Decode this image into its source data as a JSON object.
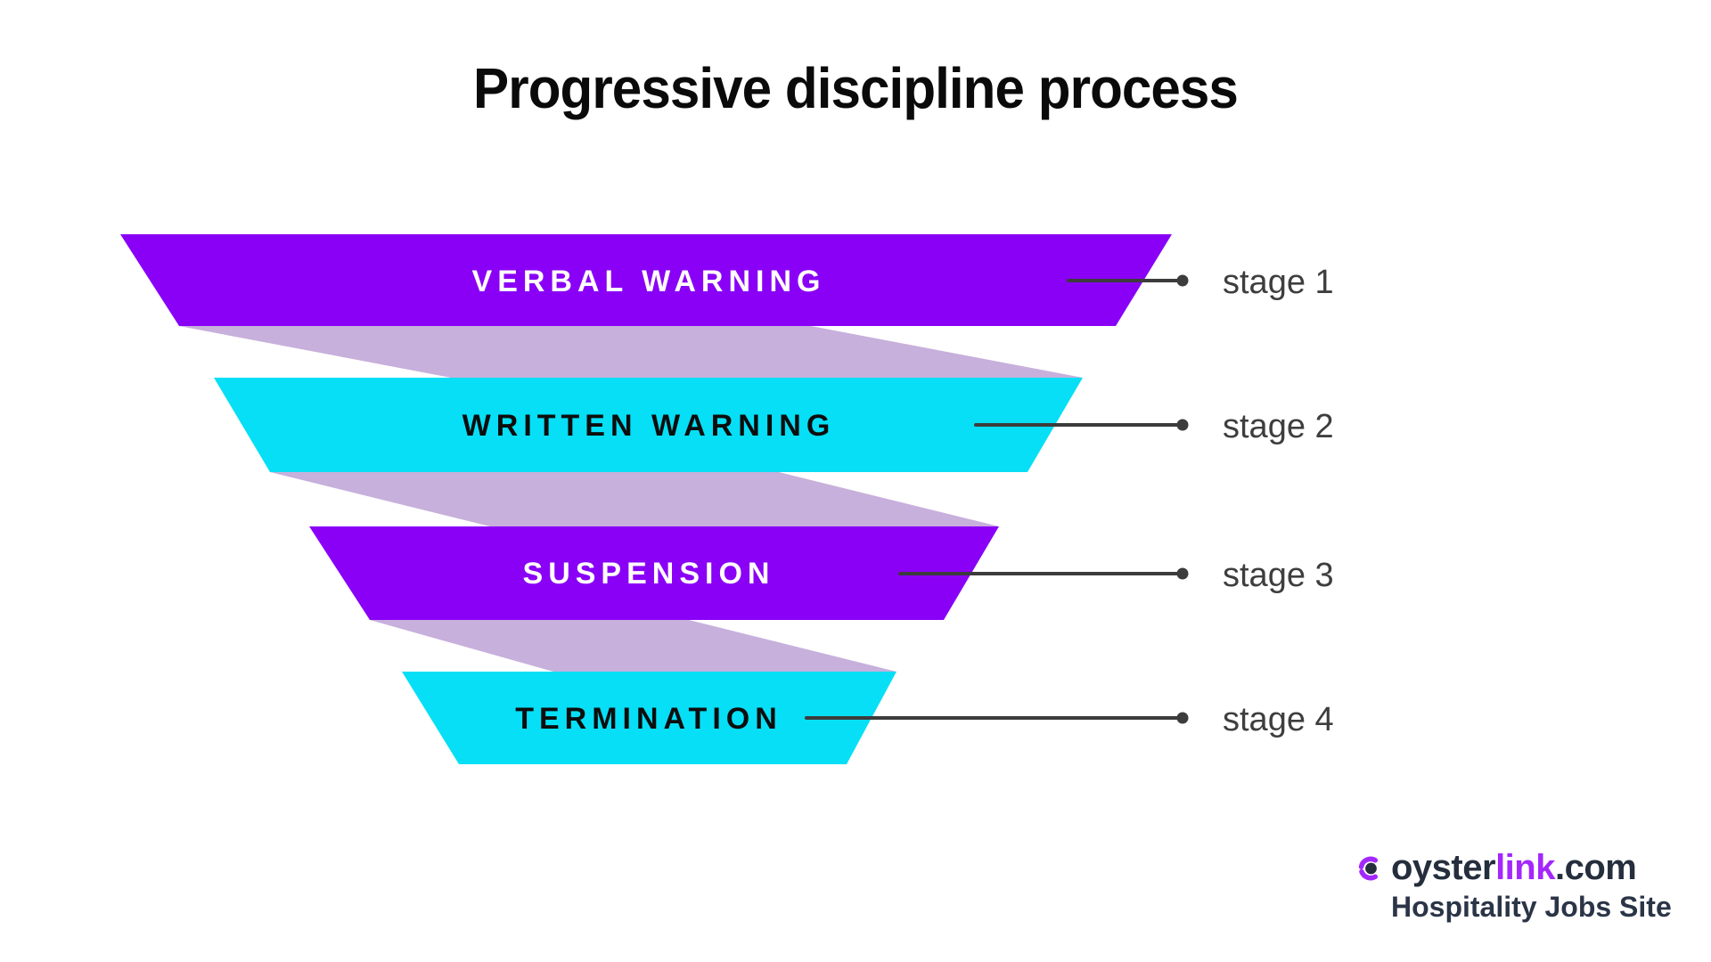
{
  "title": "Progressive discipline process",
  "funnel": {
    "stages": [
      {
        "label": "VERBAL WARNING",
        "stage_label": "stage 1",
        "color": "#8a00f6",
        "text_color": "#ffffff"
      },
      {
        "label": "WRITTEN WARNING",
        "stage_label": "stage 2",
        "color": "#06dff6",
        "text_color": "#0d0d0d"
      },
      {
        "label": "SUSPENSION",
        "stage_label": "stage 3",
        "color": "#8a00f6",
        "text_color": "#ffffff"
      },
      {
        "label": "TERMINATION",
        "stage_label": "stage 4",
        "color": "#06dff6",
        "text_color": "#0d0d0d"
      }
    ],
    "connector_color": "#c7b0dc",
    "line_color": "#3c3c3c",
    "stage_label_color": "#3e3e3e"
  },
  "footer": {
    "logo_text_1": "oyster",
    "logo_text_2": "link",
    "logo_text_3": ".com",
    "tagline": "Hospitality Jobs Site",
    "brand_purple": "#a427fb",
    "brand_navy": "#252e3d"
  }
}
